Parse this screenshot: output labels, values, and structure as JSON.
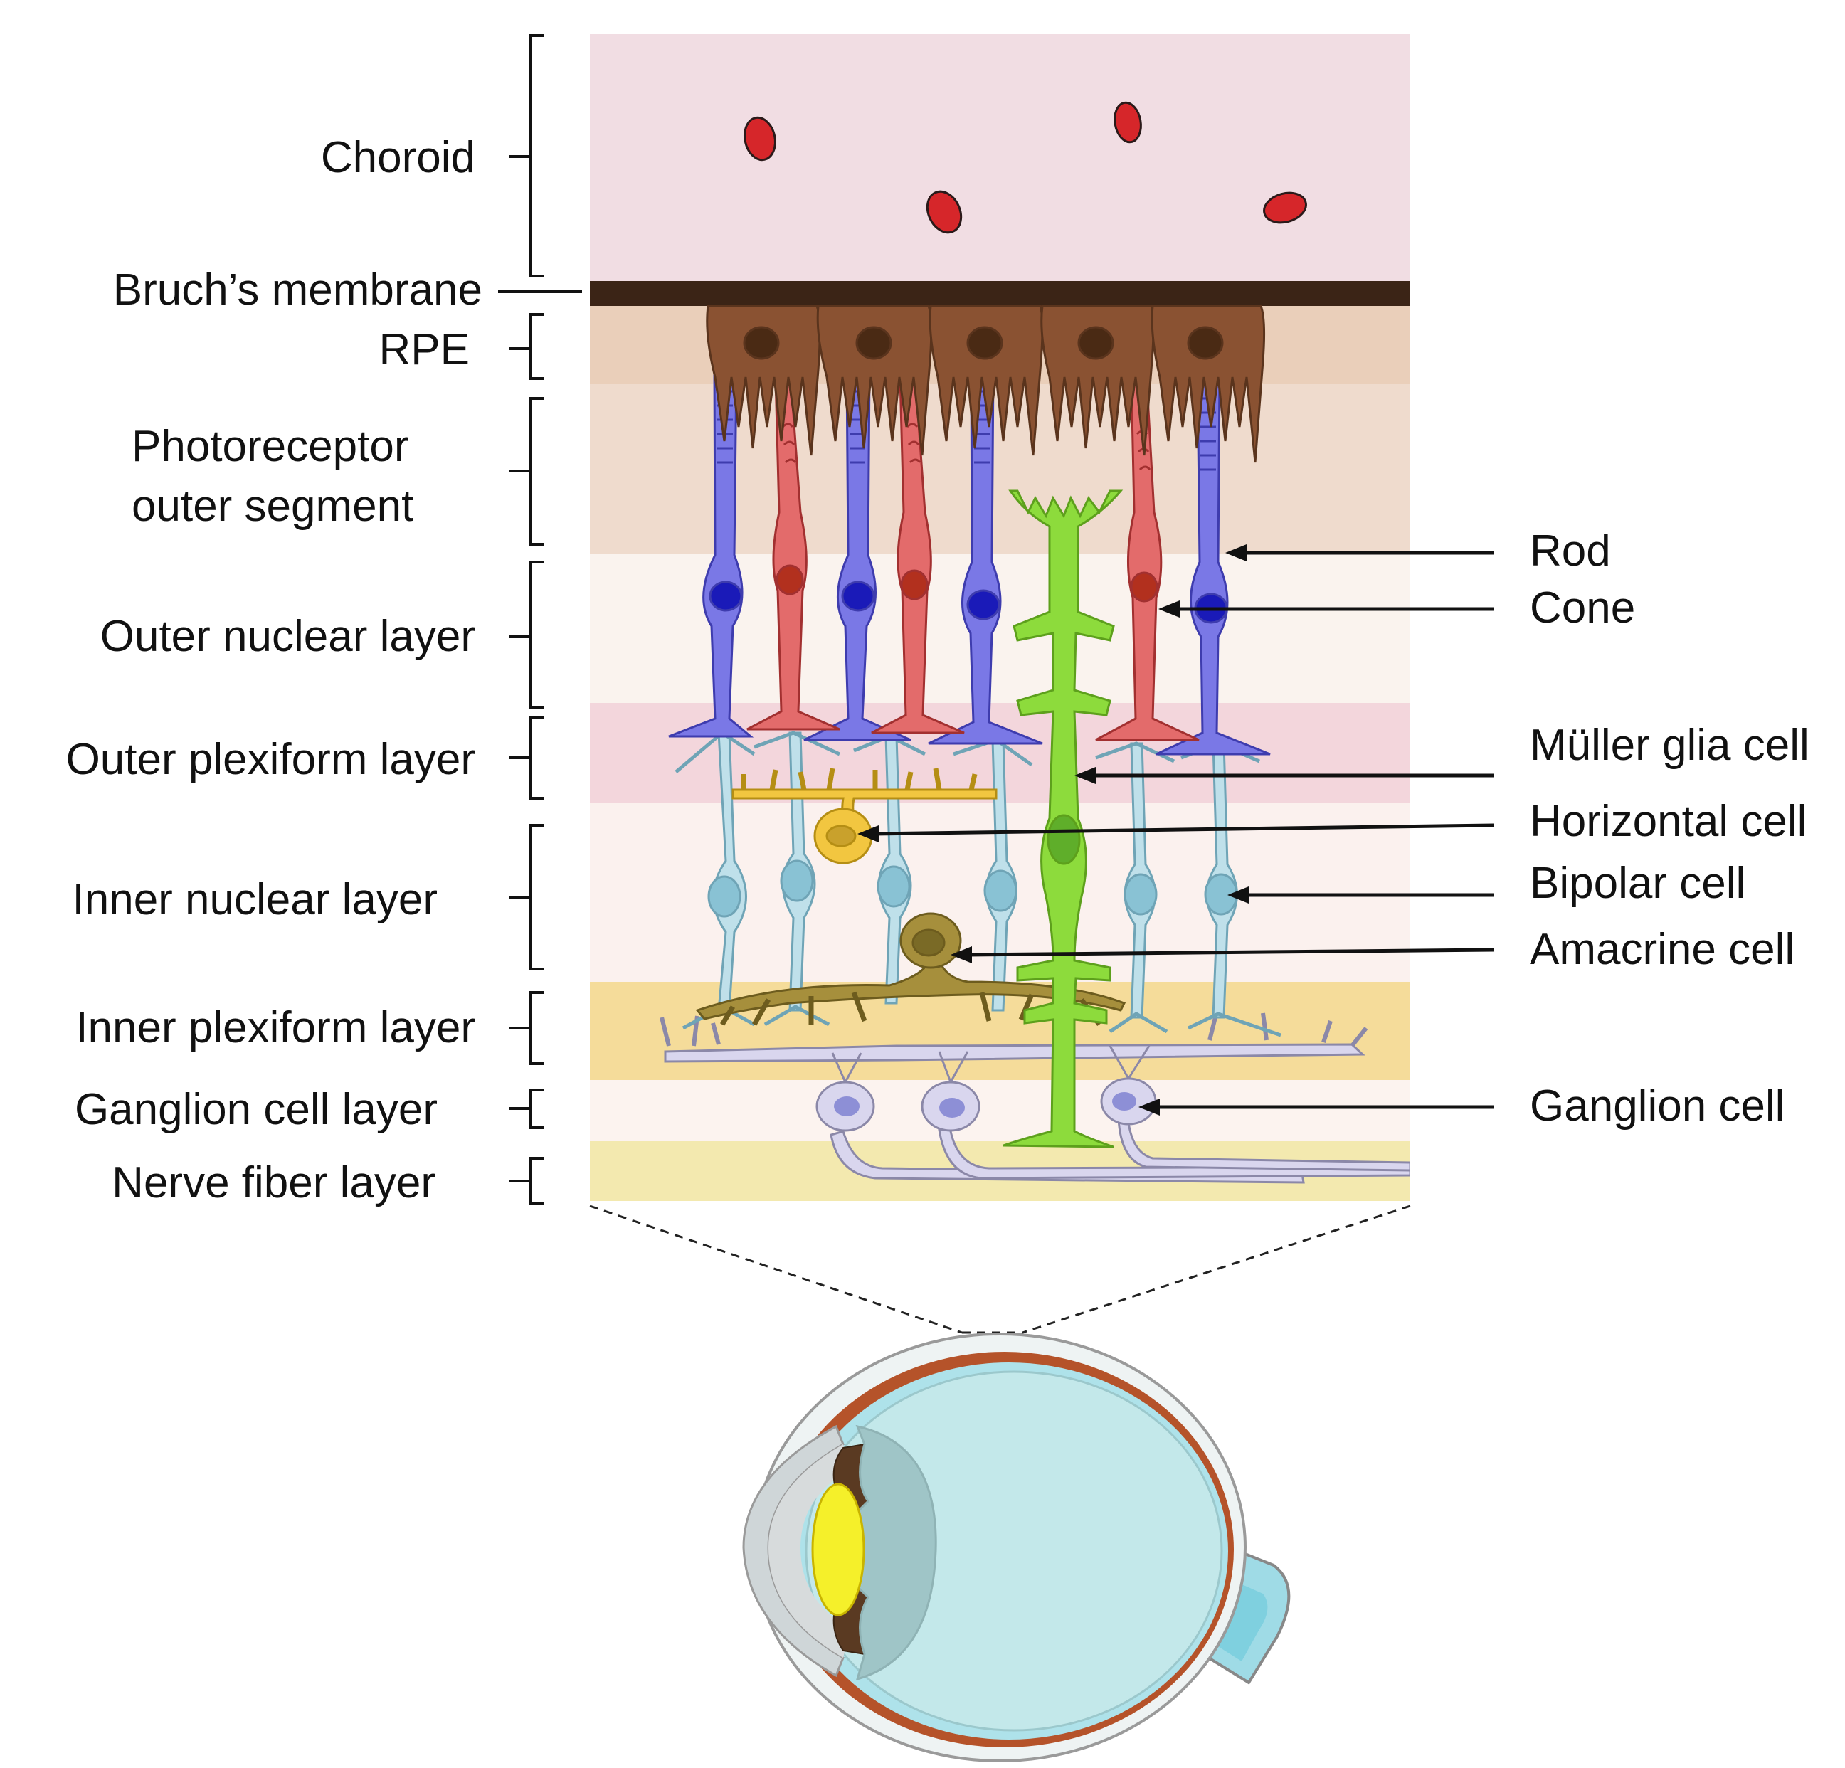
{
  "layers": [
    {
      "label": "Choroid"
    },
    {
      "label": "Bruch’s membrane"
    },
    {
      "label": "RPE"
    },
    {
      "label": "Photoreceptor",
      "label2": "outer segment"
    },
    {
      "label": "Outer nuclear layer"
    },
    {
      "label": "Outer plexiform layer"
    },
    {
      "label": "Inner nuclear layer"
    },
    {
      "label": "Inner plexiform layer"
    },
    {
      "label": "Ganglion cell layer"
    },
    {
      "label": "Nerve fiber layer"
    }
  ],
  "cells": [
    {
      "label": "Rod"
    },
    {
      "label": "Cone"
    },
    {
      "label": "Müller glia cell"
    },
    {
      "label": "Horizontal cell"
    },
    {
      "label": "Bipolar cell"
    },
    {
      "label": "Amacrine cell"
    },
    {
      "label": "Ganglion cell"
    }
  ],
  "colors": {
    "choroid": "#f1dde3",
    "bruch": "#3b2416",
    "rpe": "#8a5232",
    "rod": "#7a78e6",
    "rod_nucleus": "#1a1ab8",
    "cone": "#e36b6b",
    "cone_nucleus": "#b2301e",
    "muller": "#8ddb3c",
    "horizontal": "#f2c640",
    "bipolar": "#bfe0ea",
    "amacrine": "#a68f3c",
    "ganglion": "#d9d6ee",
    "blood_cell": "#d6262a"
  }
}
